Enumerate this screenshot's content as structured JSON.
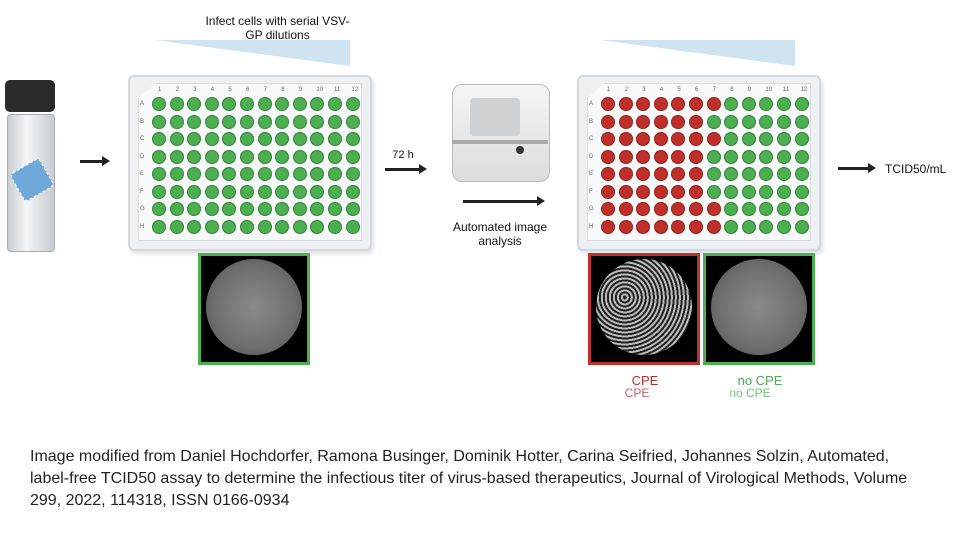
{
  "labels": {
    "infect": "Infect cells with serial VSV-GP dilutions",
    "incubation": "72 h",
    "analysis": "Automated image analysis",
    "output": "TCID50/mL",
    "cpe": "CPE",
    "cpe_reflection": "CPE",
    "no_cpe": "no CPE",
    "no_cpe_reflection": "no CPE"
  },
  "plate": {
    "rows": [
      "A",
      "B",
      "C",
      "D",
      "E",
      "F",
      "G",
      "H"
    ],
    "cols": [
      "1",
      "2",
      "3",
      "4",
      "5",
      "6",
      "7",
      "8",
      "9",
      "10",
      "11",
      "12"
    ],
    "cpe_wells_per_row": [
      7,
      6,
      7,
      6,
      6,
      6,
      7,
      7
    ]
  },
  "colors": {
    "green": "#4caf50",
    "red": "#c0302b",
    "cpe_border": "#c0302b",
    "no_cpe_border": "#4caf50"
  },
  "citation": "Image modified from Daniel Hochdorfer, Ramona Businger, Dominik Hotter, Carina Seifried, Johannes Solzin, Automated, label-free TCID50 assay to determine the infectious titer of virus-based therapeutics, Journal of Virological Methods, Volume 299, 2022, 114318, ISSN 0166-0934"
}
